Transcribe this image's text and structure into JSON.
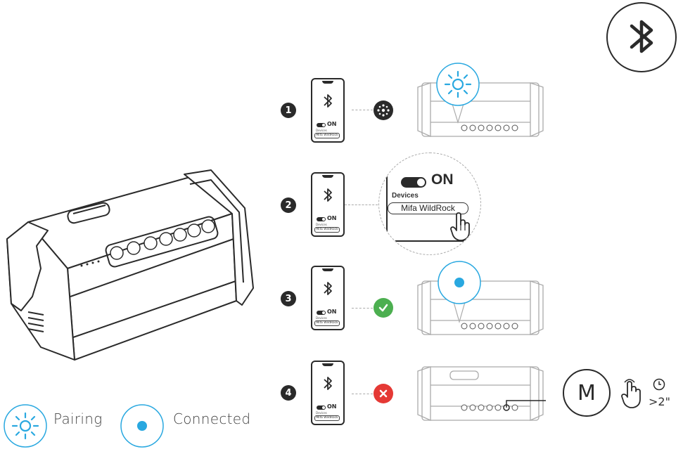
{
  "colors": {
    "accent_blue": "#29a8e0",
    "success_green": "#4caf50",
    "error_red": "#e53935",
    "ink": "#2a2a2a"
  },
  "header": {
    "icon": "bluetooth-icon"
  },
  "legend": {
    "pairing": {
      "label": "Pairing",
      "icon": "pairing-light-icon"
    },
    "connected": {
      "label": "Connected",
      "icon": "connected-light-icon"
    }
  },
  "phone": {
    "toggle_label": "ON",
    "devices_label": "Devices",
    "device_name": "Mifa WildRock"
  },
  "steps": [
    {
      "number": "1",
      "status": "pairing-dots-icon"
    },
    {
      "number": "2",
      "zoom_toggle": "ON",
      "zoom_devices": "Devices",
      "zoom_device_name": "Mifa WildRock"
    },
    {
      "number": "3",
      "status": "check-icon"
    },
    {
      "number": "4",
      "status": "cross-icon",
      "button_label": "M",
      "hold_duration": ">2\""
    }
  ]
}
